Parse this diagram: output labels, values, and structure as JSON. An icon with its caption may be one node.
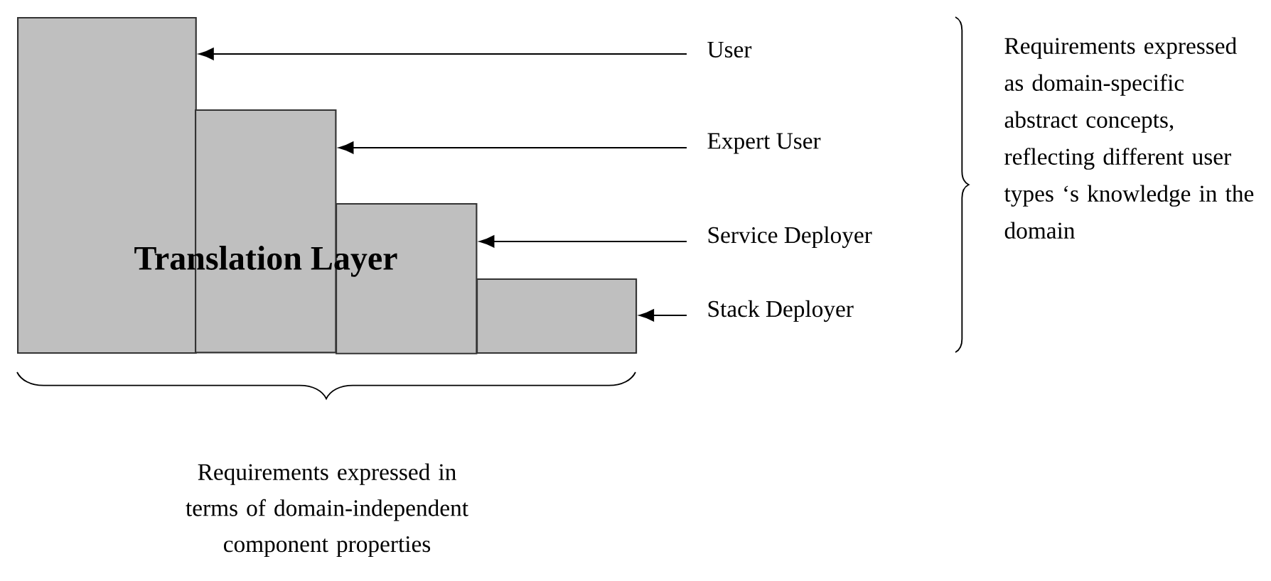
{
  "diagram": {
    "nodes": [
      {
        "text": [],
        "shape": "box"
      },
      {
        "text": [],
        "shape": "box"
      },
      {
        "text": [],
        "shape": "box"
      },
      {
        "text": [],
        "shape": "box"
      },
      {
        "text": [
          "User"
        ]
      },
      {
        "text": [
          "Expert User"
        ]
      },
      {
        "text": [
          "Service Deployer"
        ]
      },
      {
        "text": [
          "Stack Deployer"
        ]
      }
    ],
    "edges": [
      {
        "from": 4,
        "to": 0,
        "arrow": "to"
      },
      {
        "from": 5,
        "to": 1,
        "arrow": "to"
      },
      {
        "from": 6,
        "to": 2,
        "arrow": "to"
      },
      {
        "from": 7,
        "to": 3,
        "arrow": "to"
      }
    ],
    "labels": [
      "Translation Layer",
      "Requirements expressed as domain-specific abstract concepts, reflecting different user types ‘s knowledge in the domain",
      "Requirements expressed in terms of domain-independent component properties"
    ]
  }
}
